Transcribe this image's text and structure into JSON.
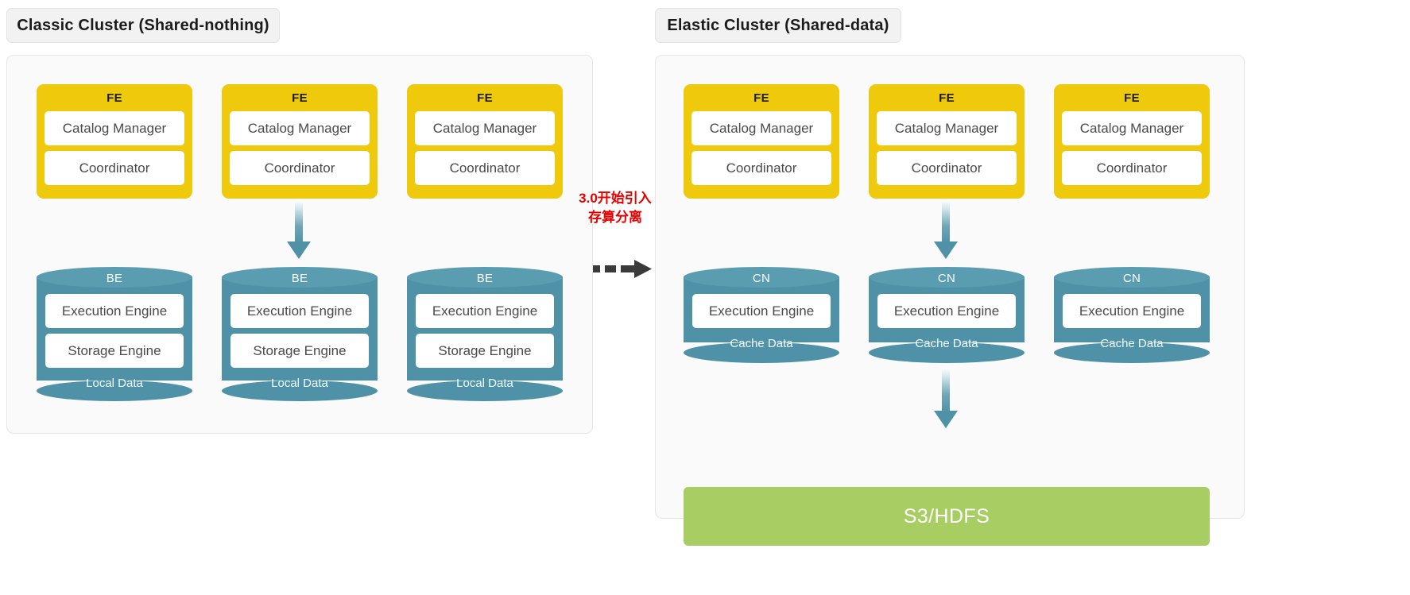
{
  "diagram": {
    "title_left": "Classic Cluster (Shared-nothing)",
    "title_right": "Elastic Cluster (Shared-data)",
    "transition": {
      "line1": "3.0开始引入",
      "line2": "存算分离",
      "arrow_icon": "dashed-right-arrow-icon",
      "color": "#e60000"
    },
    "colors": {
      "fe": "#efc90c",
      "node_teal": "#4f92a8",
      "node_teal_top": "#5a9cb0",
      "storage_green": "#a8ce63",
      "panel_bg": "#fafafa",
      "chip_bg": "#f2f2f2"
    }
  },
  "classic": {
    "fe_nodes": [
      {
        "title": "FE",
        "rows": [
          "Catalog Manager",
          "Coordinator"
        ]
      },
      {
        "title": "FE",
        "rows": [
          "Catalog Manager",
          "Coordinator"
        ]
      },
      {
        "title": "FE",
        "rows": [
          "Catalog Manager",
          "Coordinator"
        ]
      }
    ],
    "be_nodes": [
      {
        "title": "BE",
        "rows": [
          "Execution Engine",
          "Storage Engine"
        ],
        "footer": "Local Data"
      },
      {
        "title": "BE",
        "rows": [
          "Execution Engine",
          "Storage Engine"
        ],
        "footer": "Local Data"
      },
      {
        "title": "BE",
        "rows": [
          "Execution Engine",
          "Storage Engine"
        ],
        "footer": "Local Data"
      }
    ]
  },
  "elastic": {
    "fe_nodes": [
      {
        "title": "FE",
        "rows": [
          "Catalog Manager",
          "Coordinator"
        ]
      },
      {
        "title": "FE",
        "rows": [
          "Catalog Manager",
          "Coordinator"
        ]
      },
      {
        "title": "FE",
        "rows": [
          "Catalog Manager",
          "Coordinator"
        ]
      }
    ],
    "cn_nodes": [
      {
        "title": "CN",
        "rows": [
          "Execution Engine"
        ],
        "footer": "Cache Data"
      },
      {
        "title": "CN",
        "rows": [
          "Execution Engine"
        ],
        "footer": "Cache Data"
      },
      {
        "title": "CN",
        "rows": [
          "Execution Engine"
        ],
        "footer": "Cache Data"
      }
    ],
    "storage": {
      "label": "S3/HDFS"
    }
  }
}
